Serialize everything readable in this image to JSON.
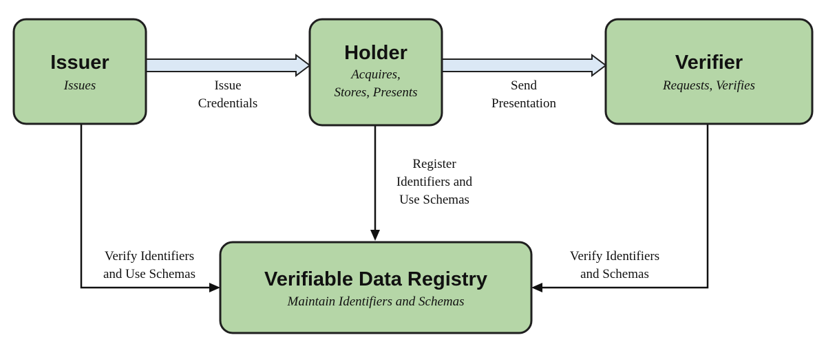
{
  "colors": {
    "node_fill": "#b5d6a7",
    "node_stroke": "#1f1f1f",
    "arrow_fill": "#dbe8f5",
    "arrow_stroke": "#1f1f1f",
    "line": "#111111",
    "text": "#111111"
  },
  "nodes": {
    "issuer": {
      "title": "Issuer",
      "subtitle": [
        "Issues"
      ]
    },
    "holder": {
      "title": "Holder",
      "subtitle": [
        "Acquires,",
        "Stores, Presents"
      ]
    },
    "verifier": {
      "title": "Verifier",
      "subtitle": [
        "Requests, Verifies"
      ]
    },
    "registry": {
      "title": "Verifiable Data Registry",
      "subtitle": [
        "Maintain Identifiers and Schemas"
      ]
    }
  },
  "edges": {
    "issue_credentials": [
      "Issue",
      "Credentials"
    ],
    "send_presentation": [
      "Send",
      "Presentation"
    ],
    "holder_registry": [
      "Register",
      "Identifiers and",
      "Use Schemas"
    ],
    "issuer_registry": [
      "Verify Identifiers",
      "and Use Schemas"
    ],
    "verifier_registry": [
      "Verify Identifiers",
      "and Schemas"
    ]
  }
}
